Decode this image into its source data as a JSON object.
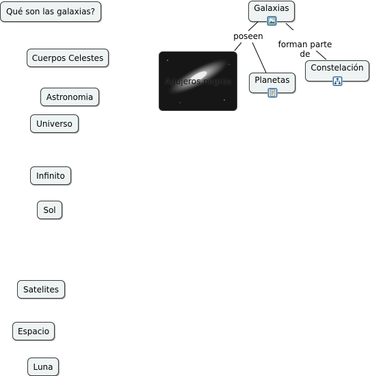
{
  "concepts": {
    "question": "Qué son las galaxias?",
    "cuerpos": "Cuerpos Celestes",
    "astronomia": "Astronomia",
    "universo": "Universo",
    "infinito": "Infinito",
    "sol": "Sol",
    "satelites": "Satelites",
    "espacio": "Espacio",
    "luna": "Luna",
    "galaxias": "Galaxias",
    "planetas": "Planetas",
    "constelacion": "Constelación",
    "agujeros": "Agujeros negros"
  },
  "links": {
    "poseen": "poseen",
    "forman_parte_de": "forman parte\nde"
  },
  "icons": {
    "galaxias": "image-icon",
    "planetas": "document-icon",
    "constelacion": "concept-map-icon"
  },
  "colors": {
    "node_fill": "#eef3f3",
    "node_border": "#3a3a3a",
    "line": "#000000",
    "icon_blue": "#2d5f8a"
  }
}
